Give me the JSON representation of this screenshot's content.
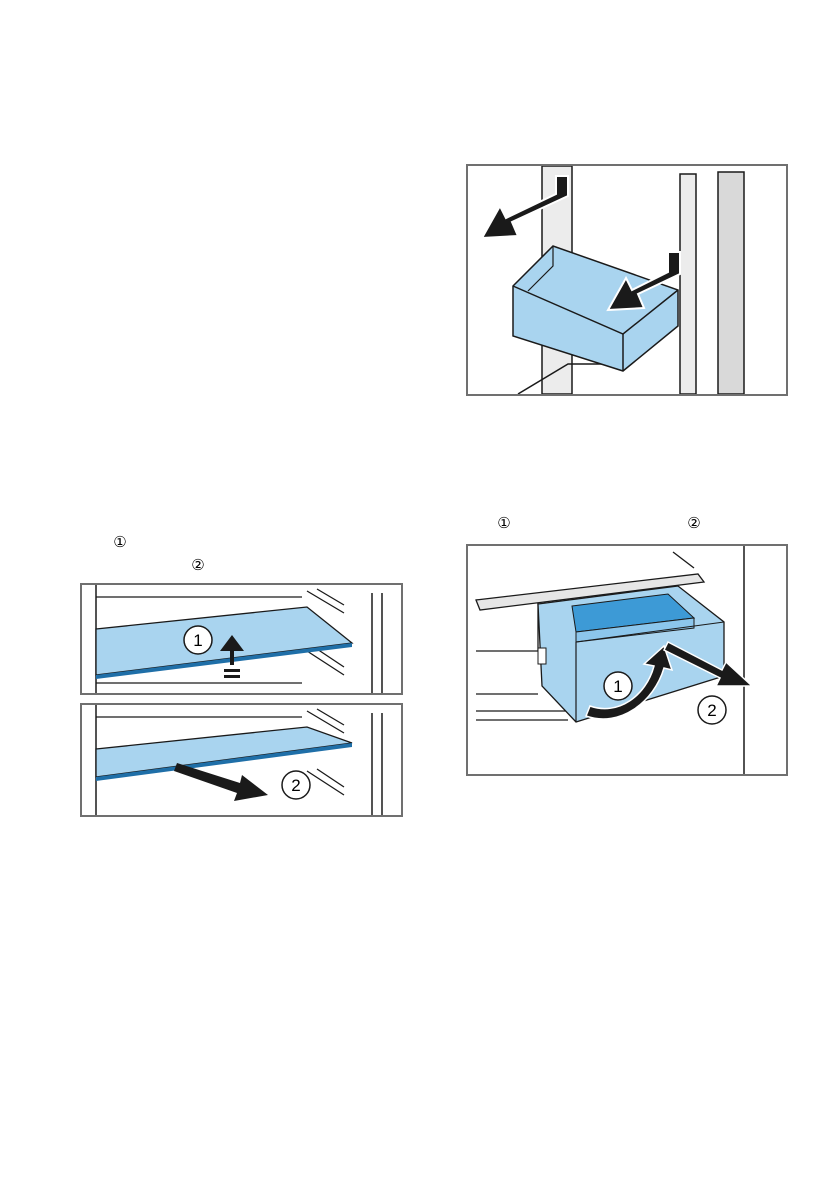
{
  "markers": {
    "shelf_step1": "①",
    "shelf_step2": "②",
    "drawer_step1": "①",
    "drawer_step2": "②"
  },
  "figure_callouts": {
    "shelf_lift": "1",
    "shelf_pull": "2",
    "drawer_tilt": "1",
    "drawer_pull": "2"
  },
  "colors": {
    "part_fill": "#a9d4ef",
    "part_stroke": "#1f6fa8",
    "line": "#1a1a1a",
    "frame": "#707070",
    "arrow": "#1a1a1a"
  },
  "icons": {
    "lift_arrow": "arrow-up-icon",
    "pull_arrow": "arrow-right-down-icon",
    "remove_arrow": "arrow-left-icon",
    "tilt_arrow": "curved-arrow-icon"
  }
}
